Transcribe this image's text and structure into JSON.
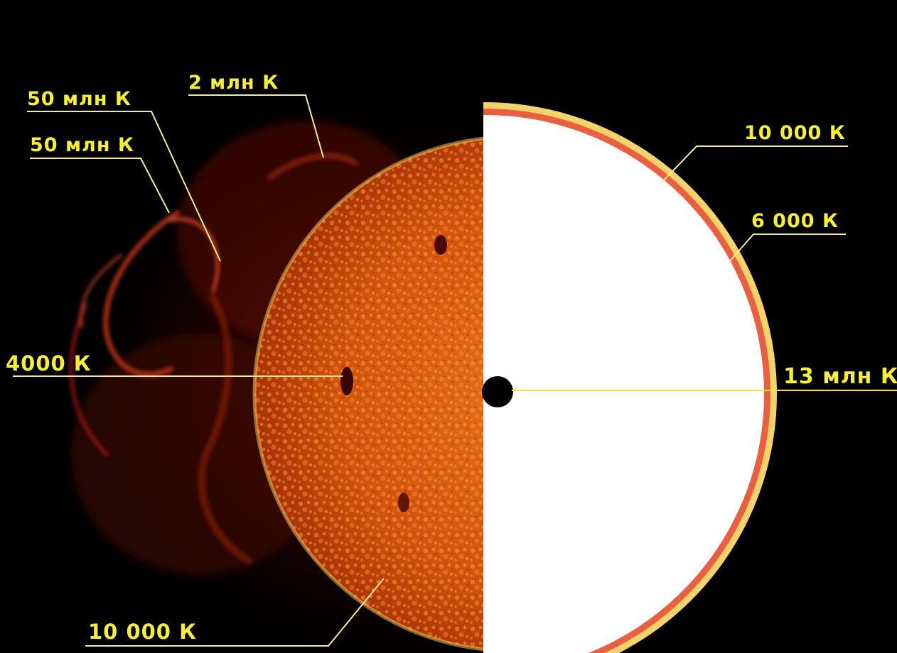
{
  "labels": {
    "flare_a": "50 млн К",
    "flare_b": "50 млн К",
    "corona": "2 млн К",
    "chromosphere": "10 000 К",
    "photosphere": "6 000 К",
    "core": "13 млн К",
    "sunspot": "4000 К",
    "granule": "10 000 К"
  },
  "colors": {
    "background": "#000000",
    "label_text": "#f6ee3a",
    "leader_line": "#f2ec9a",
    "sun_surface": "#d9530d",
    "chromosphere_ring": "#e86040",
    "photosphere_ring": "#f4d36a",
    "interior": "#ffffff",
    "core": "#000000"
  }
}
